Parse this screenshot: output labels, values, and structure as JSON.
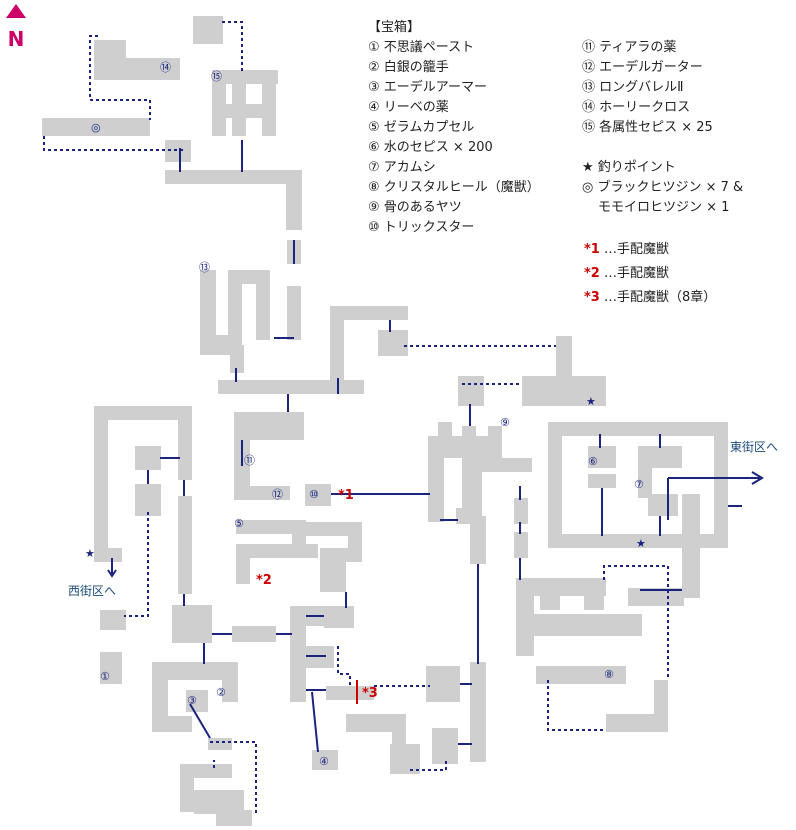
{
  "compass": {
    "label": "N",
    "color": "#cc0066"
  },
  "legend": {
    "title": "【宝箱】",
    "items_left": [
      "① 不思議ペースト",
      "② 白銀の籠手",
      "③ エーデルアーマー",
      "④ リーベの薬",
      "⑤ ゼラムカプセル",
      "⑥ 水のセピス × 200",
      "⑦ アカムシ",
      "⑧ クリスタルヒール（魔獣）",
      "⑨ 骨のあるヤツ",
      "⑩ トリックスター"
    ],
    "items_right": [
      "⑪ ティアラの薬",
      "⑫ エーデルガーター",
      "⑬ ロングバレルⅡ",
      "⑭ ホーリークロス",
      "⑮ 各属性セピス × 25"
    ],
    "fishing": "★ 釣りポイント",
    "enemy_line1": "◎ ブラックヒツジン × 7 &",
    "enemy_line2": "モモイロヒツジン × 1",
    "marks": [
      {
        "mark": "*1",
        "text": "…手配魔獣"
      },
      {
        "mark": "*2",
        "text": "…手配魔獣"
      },
      {
        "mark": "*3",
        "text": "…手配魔獣（8章）"
      }
    ]
  },
  "exits": {
    "west": "西街区へ",
    "east": "東街区へ"
  },
  "map_markers": {
    "chests": [
      "①",
      "②",
      "③",
      "④",
      "⑤",
      "⑥",
      "⑦",
      "⑧",
      "⑨",
      "⑩",
      "⑪",
      "⑫",
      "⑬",
      "⑭",
      "⑮"
    ],
    "enemy": "◎",
    "star": "★",
    "m1": "*1",
    "m2": "*2",
    "m3": "*3"
  },
  "colors": {
    "room": "#cfcfcf",
    "door": "#1a237e",
    "mark": "#cc0000",
    "exit": "#1a4a7a"
  }
}
